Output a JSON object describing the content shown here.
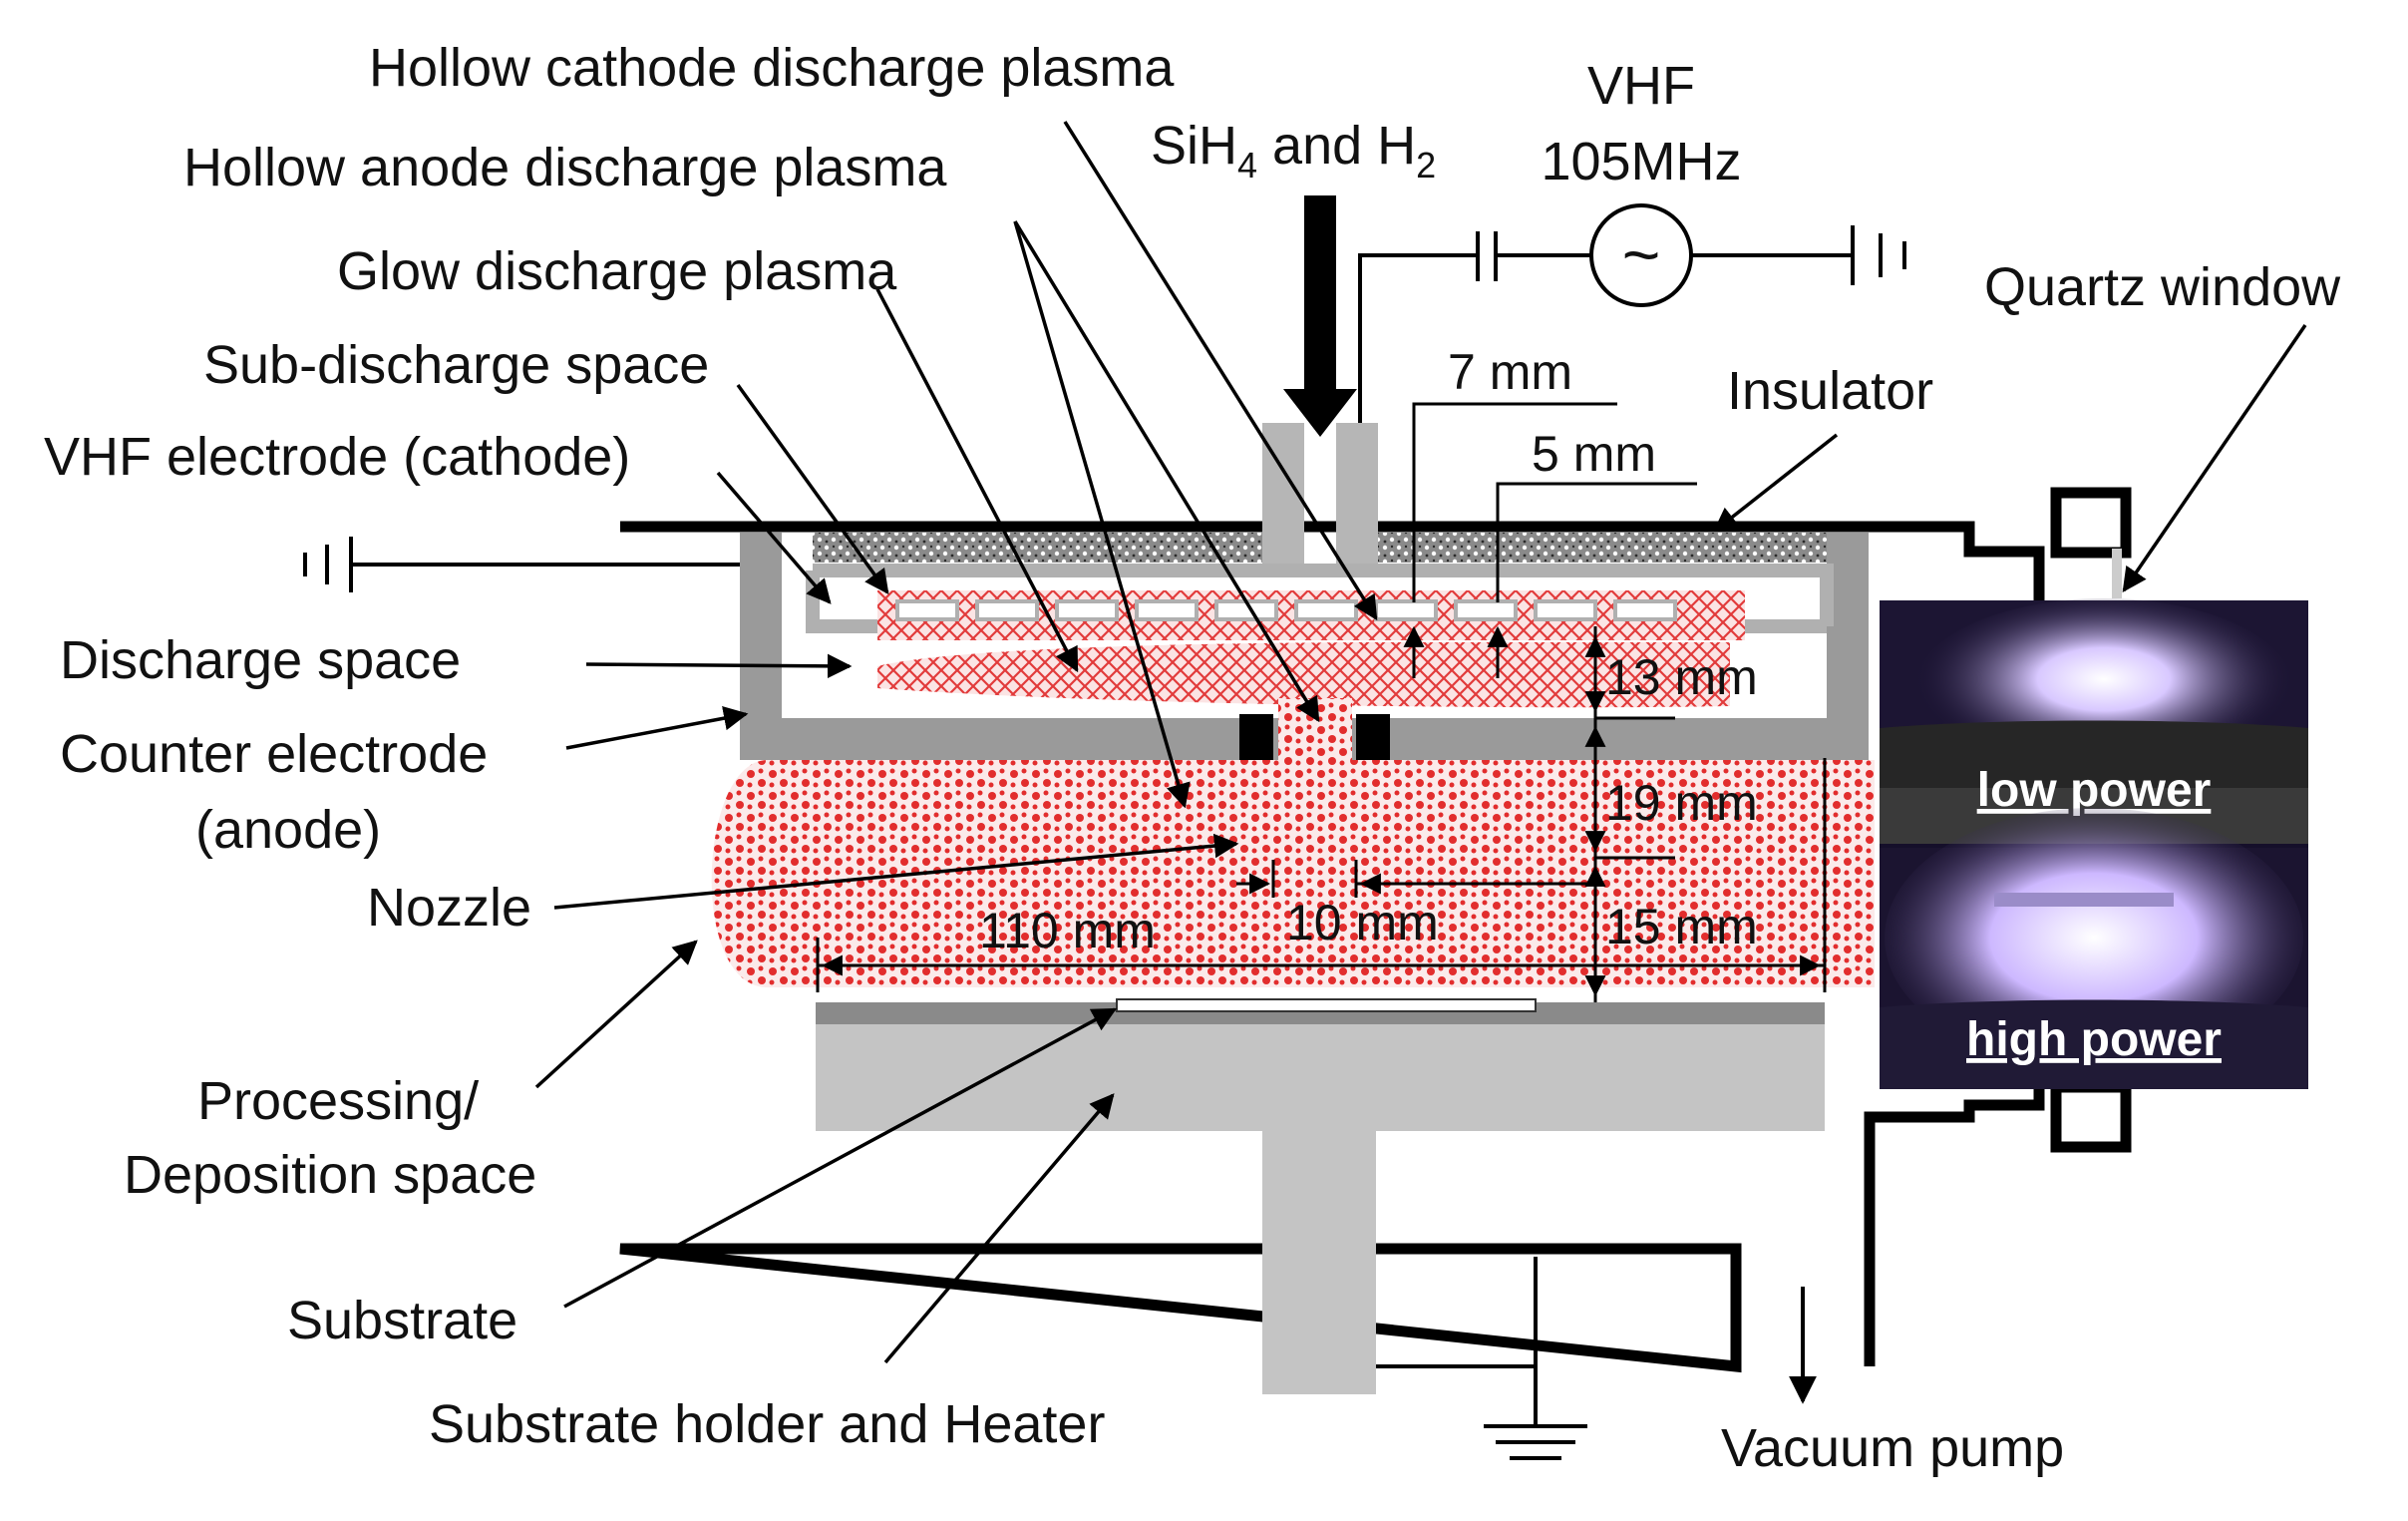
{
  "colors": {
    "wall": "#000000",
    "electrode": "#9a9a9a",
    "holder": "#c4c4c4",
    "insulator": "#7d7d7d",
    "plasma_bg": "#f7dede",
    "plasma_dot": "#e22d2d",
    "photo_bg": "#150f2a",
    "glow": "#c9b6ff"
  },
  "labels": {
    "hollow_cathode": "Hollow cathode discharge plasma",
    "hollow_anode": "Hollow anode discharge plasma",
    "glow": "Glow discharge plasma",
    "sub_discharge": "Sub-discharge space",
    "vhf_electrode": "VHF electrode (cathode)",
    "discharge_space": "Discharge space",
    "counter_line1": "Counter electrode",
    "counter_line2": "(anode)",
    "nozzle": "Nozzle",
    "processing_line1": "Processing/",
    "processing_line2": "Deposition space",
    "substrate": "Substrate",
    "holder": "Substrate holder and Heater",
    "vacuum_pump": "Vacuum pump",
    "gas_prefix_si": "SiH",
    "gas_sub_4": "4",
    "gas_and": " and H",
    "gas_sub_2": "2",
    "vhf": "VHF",
    "freq": "105MHz",
    "quartz": "Quartz window",
    "insulator": "Insulator"
  },
  "dimensions": {
    "d7": "7 mm",
    "d5": "5 mm",
    "d13": "13 mm",
    "d19": "19 mm",
    "d15": "15 mm",
    "d10": "10 mm",
    "d110": "110 mm"
  },
  "photo": {
    "low": "low power",
    "high": "high power"
  },
  "icons": {
    "ac_source": "~"
  }
}
